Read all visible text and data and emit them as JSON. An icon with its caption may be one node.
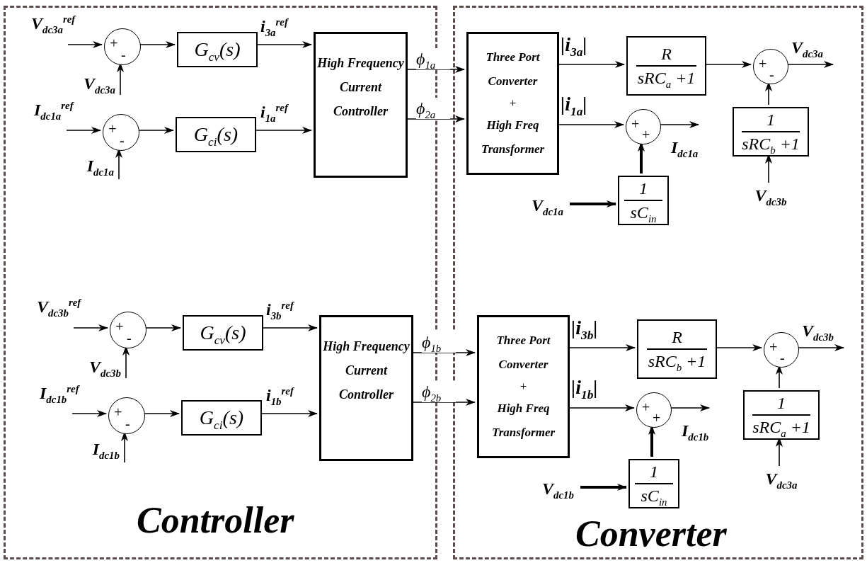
{
  "diagram": {
    "nodes": [
      {
        "text": [
          "Controller"
        ]
      },
      {
        "text": [
          "Converter"
        ]
      },
      {
        "text": [
          "+",
          "-"
        ],
        "in": 0
      },
      {
        "text": [
          "V$_{dc3a}$"
        ],
        "in": 0
      },
      {
        "text": [
          "G$_{cv}$(s)"
        ],
        "in": 0
      },
      {
        "text": [
          "+",
          "-"
        ],
        "in": 0
      },
      {
        "text": [
          "I$_{dc1a}$"
        ],
        "in": 0
      },
      {
        "text": [
          "G$_{ci}$(s)"
        ],
        "in": 0
      },
      {
        "text": [
          "High Frequency Current Controller"
        ],
        "in": 0
      },
      {
        "text": [
          "Three Port Converter",
          "+",
          "High Freq Transformer"
        ],
        "in": 1
      },
      {
        "text": [
          "R",
          "sRC$_{a}$ +1"
        ],
        "in": 1
      },
      {
        "text": [
          "+",
          "-"
        ],
        "in": 1
      },
      {
        "text": [
          "+",
          "+"
        ],
        "in": 1
      },
      {
        "text": [
          "1",
          "sC$_{in}$"
        ],
        "in": 1
      },
      {
        "text": [
          "V$_{dc1a}$"
        ],
        "in": 1
      },
      {
        "text": [
          "1",
          "sRC$_{b}$ +1"
        ],
        "in": 1
      },
      {
        "text": [
          "V$_{dc3b}$"
        ],
        "in": 1
      },
      {
        "text": [
          "+",
          "-"
        ],
        "in": 0
      },
      {
        "text": [
          "V$_{dc3b}$"
        ],
        "in": 0
      },
      {
        "text": [
          "G$_{cv}$(s)"
        ],
        "in": 0
      },
      {
        "text": [
          "+",
          "-"
        ],
        "in": 0
      },
      {
        "text": [
          "I$_{dc1b}$"
        ],
        "in": 0
      },
      {
        "text": [
          "G$_{ci}$(s)"
        ],
        "in": 0
      },
      {
        "text": [
          "High Frequency Current Controller"
        ],
        "in": 0
      },
      {
        "text": [
          "Three Port Converter",
          "+",
          "High Freq Transformer"
        ],
        "in": 1
      },
      {
        "text": [
          "R",
          "sRC$_{b}$ +1"
        ],
        "in": 1
      },
      {
        "text": [
          "+",
          "-"
        ],
        "in": 1
      },
      {
        "text": [
          "+",
          "+"
        ],
        "in": 1
      },
      {
        "text": [
          "1",
          "sC$_{in}$"
        ],
        "in": 1
      },
      {
        "text": [
          "V$_{dc1b}$"
        ],
        "in": 1
      },
      {
        "text": [
          "1",
          "sRC$_{a}$ +1"
        ],
        "in": 1
      },
      {
        "text": [
          "V$_{dc3a}$"
        ],
        "in": 1
      }
    ],
    "edges": [
      {
        "from": null,
        "to": 2,
        "arrow": "to",
        "label": "V$_{dc3a}$$^{ref}$"
      },
      {
        "from": 3,
        "to": 2,
        "arrow": "to"
      },
      {
        "from": 2,
        "to": 4,
        "arrow": "to"
      },
      {
        "from": 4,
        "to": 8,
        "arrow": "to",
        "label": "i$_{3a}$$^{ref}$"
      },
      {
        "from": null,
        "to": 5,
        "arrow": "to",
        "label": "I$_{dc1a}$$^{ref}$"
      },
      {
        "from": 6,
        "to": 5,
        "arrow": "to"
      },
      {
        "from": 5,
        "to": 7,
        "arrow": "to"
      },
      {
        "from": 7,
        "to": 8,
        "arrow": "to",
        "label": "i$_{1a}$$^{ref}$"
      },
      {
        "from": 8,
        "to": 9,
        "arrow": "to",
        "label": "ϕ$_{1a}$"
      },
      {
        "from": 8,
        "to": 9,
        "arrow": "to",
        "label": "ϕ$_{2a}$"
      },
      {
        "from": 9,
        "to": 10,
        "arrow": "to",
        "label": "|i$_{3a}$|"
      },
      {
        "from": 10,
        "to": 11,
        "arrow": "to"
      },
      {
        "from": 11,
        "to": null,
        "arrow": "to",
        "label": "V$_{dc3a}$"
      },
      {
        "from": 15,
        "to": 11,
        "arrow": "to"
      },
      {
        "from": 16,
        "to": 15,
        "arrow": "to"
      },
      {
        "from": 9,
        "to": 12,
        "arrow": "to",
        "label": "|i$_{1a}$|"
      },
      {
        "from": 12,
        "to": null,
        "arrow": "to",
        "label": "I$_{dc1a}$"
      },
      {
        "from": 13,
        "to": 12,
        "arrow": "to",
        "style": "thick"
      },
      {
        "from": 14,
        "to": 13,
        "arrow": "to",
        "style": "thick"
      },
      {
        "from": null,
        "to": 17,
        "arrow": "to",
        "label": "V$_{dc3b}$$^{ref}$"
      },
      {
        "from": 18,
        "to": 17,
        "arrow": "to"
      },
      {
        "from": 17,
        "to": 19,
        "arrow": "to"
      },
      {
        "from": 19,
        "to": 23,
        "arrow": "to",
        "label": "i$_{3b}$$^{ref}$"
      },
      {
        "from": null,
        "to": 20,
        "arrow": "to",
        "label": "I$_{dc1b}$$^{ref}$"
      },
      {
        "from": 21,
        "to": 20,
        "arrow": "to"
      },
      {
        "from": 20,
        "to": 22,
        "arrow": "to"
      },
      {
        "from": 22,
        "to": 23,
        "arrow": "to",
        "label": "i$_{1b}$$^{ref}$"
      },
      {
        "from": 23,
        "to": 24,
        "arrow": "to",
        "label": "ϕ$_{1b}$"
      },
      {
        "from": 23,
        "to": 24,
        "arrow": "to",
        "label": "ϕ$_{2b}$"
      },
      {
        "from": 24,
        "to": 25,
        "arrow": "to",
        "label": "|i$_{3b}$|"
      },
      {
        "from": 25,
        "to": 26,
        "arrow": "to"
      },
      {
        "from": 26,
        "to": null,
        "arrow": "to",
        "label": "V$_{dc3b}$"
      },
      {
        "from": 30,
        "to": 26,
        "arrow": "to"
      },
      {
        "from": 31,
        "to": 30,
        "arrow": "to"
      },
      {
        "from": 24,
        "to": 27,
        "arrow": "to",
        "label": "|i$_{1b}$|"
      },
      {
        "from": 27,
        "to": null,
        "arrow": "to",
        "label": "I$_{dc1b}$"
      },
      {
        "from": 28,
        "to": 27,
        "arrow": "to",
        "style": "thick"
      },
      {
        "from": 29,
        "to": 28,
        "arrow": "to",
        "style": "thick"
      }
    ]
  }
}
